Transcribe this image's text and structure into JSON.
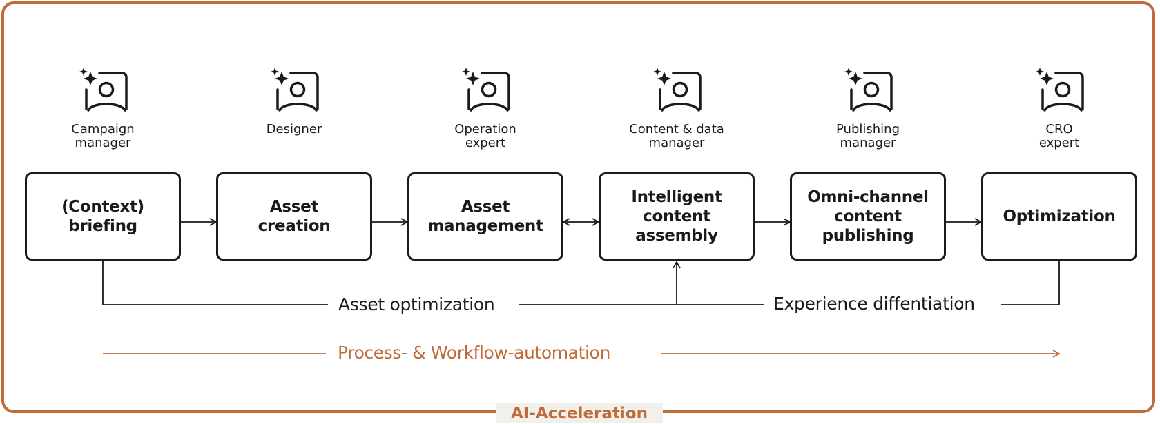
{
  "roles": [
    {
      "icon": "ai-user-icon",
      "label": "Campaign\nmanager"
    },
    {
      "icon": "ai-user-icon",
      "label": "Designer"
    },
    {
      "icon": "ai-user-icon",
      "label": "Operation\nexpert"
    },
    {
      "icon": "ai-user-icon",
      "label": "Content & data\nmanager"
    },
    {
      "icon": "ai-user-icon",
      "label": "Publishing\nmanager"
    },
    {
      "icon": "ai-user-icon",
      "label": "CRO\nexpert"
    }
  ],
  "steps": [
    {
      "label": "(Context)\nbriefing"
    },
    {
      "label": "Asset\ncreation"
    },
    {
      "label": "Asset\nmanagement"
    },
    {
      "label": "Intelligent\ncontent\nassembly"
    },
    {
      "label": "Omni-channel\ncontent\npublishing"
    },
    {
      "label": "Optimization"
    }
  ],
  "connections": [
    {
      "from": 0,
      "to": 1,
      "type": "arrow"
    },
    {
      "from": 1,
      "to": 2,
      "type": "arrow"
    },
    {
      "from": 2,
      "to": 3,
      "type": "bidirectional"
    },
    {
      "from": 3,
      "to": 4,
      "type": "arrow"
    },
    {
      "from": 4,
      "to": 5,
      "type": "arrow"
    }
  ],
  "feedback": {
    "left_label": "Asset optimization",
    "right_label": "Experience diffentiation"
  },
  "automation": {
    "label": "Process- & Workflow-automation"
  },
  "frame": {
    "label": "AI-Acceleration"
  },
  "colors": {
    "accent": "#bf6c39",
    "ink": "#1a1a1a",
    "label_bg": "#f2f0ea"
  }
}
